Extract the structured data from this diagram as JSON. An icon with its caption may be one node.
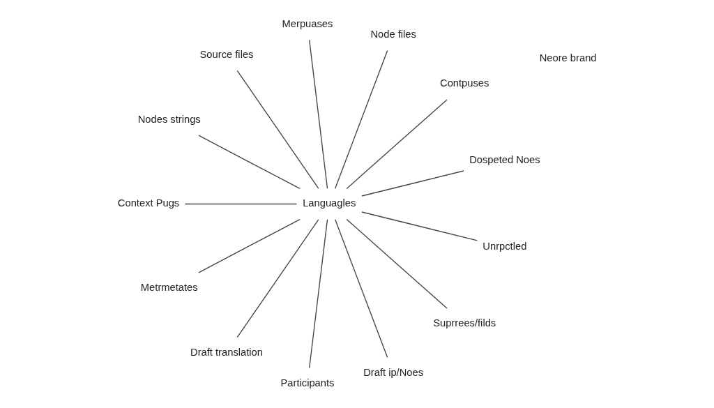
{
  "diagram": {
    "nodes": [
      {
        "text": [
          "Languagles"
        ]
      },
      {
        "text": [
          "Source files"
        ]
      },
      {
        "text": [
          "Nodes strings"
        ]
      },
      {
        "text": [
          "Context Pugs"
        ]
      },
      {
        "text": [
          "Metrmetates"
        ]
      },
      {
        "text": [
          "Draft translation"
        ]
      },
      {
        "text": [
          "Merpuases"
        ]
      },
      {
        "text": [
          "Node files"
        ]
      },
      {
        "text": [
          "Contpuses"
        ]
      },
      {
        "text": [
          "Dospeted Noes"
        ]
      },
      {
        "text": [
          "Unrpctled"
        ]
      },
      {
        "text": [
          "Suprrees/filds"
        ]
      },
      {
        "text": [
          "Draft ip/Noes"
        ]
      },
      {
        "text": [
          "Participants"
        ]
      }
    ],
    "edges": [
      {
        "from": 0,
        "to": 1,
        "arrow": "none"
      },
      {
        "from": 0,
        "to": 2,
        "arrow": "none"
      },
      {
        "from": 0,
        "to": 3,
        "arrow": "none"
      },
      {
        "from": 0,
        "to": 4,
        "arrow": "none"
      },
      {
        "from": 0,
        "to": 5,
        "arrow": "none"
      },
      {
        "from": 0,
        "to": 6,
        "arrow": "none"
      },
      {
        "from": 0,
        "to": 7,
        "arrow": "none"
      },
      {
        "from": 0,
        "to": 8,
        "arrow": "none"
      },
      {
        "from": 0,
        "to": 9,
        "arrow": "none"
      },
      {
        "from": 0,
        "to": 10,
        "arrow": "none"
      },
      {
        "from": 0,
        "to": 11,
        "arrow": "none"
      },
      {
        "from": 0,
        "to": 12,
        "arrow": "none"
      },
      {
        "from": 0,
        "to": 13,
        "arrow": "none"
      }
    ],
    "labels": [
      "Neore brand"
    ]
  }
}
